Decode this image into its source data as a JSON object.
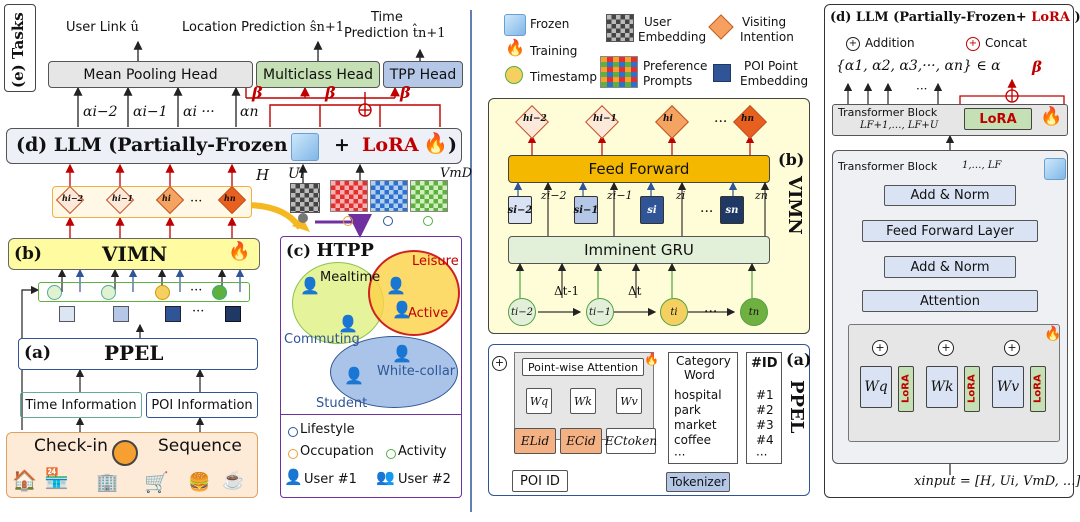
{
  "tasks": {
    "title": "(e) Tasks",
    "user_link": "User Link",
    "user_link_sym": "û",
    "location_prediction": "Location Prediction",
    "location_sym": "ŝn+1",
    "time_prediction_1": "Time",
    "time_prediction_2": "Prediction",
    "time_sym": "t̂n+1",
    "mean_pooling_head": "Mean Pooling Head",
    "multiclass_head": "Multiclass Head",
    "tpp_head": "TPP Head",
    "alphas": [
      "αi−2",
      "αi−1",
      "αi ···",
      "αn"
    ],
    "beta": "β"
  },
  "llm": {
    "title": "(d) LLM (Partially-Frozen",
    "plus": "+",
    "lora": "LoRA",
    "close": ")",
    "H": "H",
    "Ui": "Ui",
    "Vm": "VmD"
  },
  "vimn_small": {
    "label": "(b)",
    "title": "VIMN",
    "h_items": [
      "hi−2",
      "hi−1",
      "hi",
      "···",
      "hn"
    ]
  },
  "ppel_small": {
    "label": "(a)",
    "title": "PPEL",
    "time_info": "Time Information",
    "poi_info": "POI Information",
    "checkin": "Check-in",
    "sequence": "Sequence"
  },
  "htpp": {
    "label": "(c)",
    "title": "HTPP",
    "mealtime": "Mealtime",
    "leisure": "Leisure",
    "active": "Active",
    "commuting": "Commuting",
    "white_collar": "White-collar",
    "student": "Student",
    "legend": {
      "lifestyle": "Lifestyle",
      "occupation": "Occupation",
      "activity": "Activity",
      "user1": "User #1",
      "user2": "User #2"
    }
  },
  "legend": {
    "frozen": "Frozen",
    "training": "Training",
    "timestamp": "Timestamp",
    "user_embedding_1": "User",
    "user_embedding_2": "Embedding",
    "preference_1": "Preference",
    "preference_2": "Prompts",
    "visiting_1": "Visiting",
    "visiting_2": "Intention",
    "poi_point_1": "POI Point",
    "poi_point_2": "Embedding"
  },
  "vimn": {
    "label": "(b)",
    "side_title": "VIMN",
    "feed_forward": "Feed Forward",
    "imminent_gru": "Imminent GRU",
    "h_items": [
      "hi−2",
      "hi−1",
      "hi",
      "···",
      "hn"
    ],
    "s_items": [
      "si−2",
      "si−1",
      "si",
      "···",
      "sn"
    ],
    "z_items": [
      "zi−2",
      "zi−1",
      "zi",
      "zn"
    ],
    "t_items": [
      "ti−2",
      "ti−1",
      "ti",
      "···",
      "tn"
    ],
    "deltas": [
      "Δt-1",
      "Δt"
    ]
  },
  "ppel": {
    "label": "(a)",
    "side_title": "PPEL",
    "pointwise": "Point-wise Attention",
    "wq": "Wq",
    "wk": "Wk",
    "wv": "Wv",
    "e_lid": "ELid",
    "e_cid": "ECid",
    "e_ctoken": "ECtoken",
    "poi_id": "POI ID",
    "category_1": "Category",
    "category_2": "Word",
    "id_header": "#ID",
    "categories": [
      "hospital",
      "park",
      "market",
      "coffee",
      "···"
    ],
    "ids": [
      "#1",
      "#2",
      "#3",
      "#4",
      "···"
    ],
    "tokenizer": "Tokenizer"
  },
  "llm_detail": {
    "title_1": "(d) LLM (Partially-Frozen+",
    "title_lora": "LoRA",
    "title_2": ")",
    "addition": "Addition",
    "concat": "Concat",
    "alpha_set": "{α1, α2, α3,···, αn} ∈ α",
    "beta": "β",
    "dots": "···",
    "tb_top": "Transformer Block",
    "tb_top_range": "LF+1,…, LF+U",
    "lora": "LoRA",
    "tb_bottom": "Transformer Block",
    "tb_bottom_range": "1,…, LF",
    "add_norm_1": "Add & Norm",
    "ffl": "Feed Forward Layer",
    "add_norm_2": "Add & Norm",
    "attention": "Attention",
    "wq": "Wq",
    "wk": "Wk",
    "wv": "Wv",
    "lora_small": "LoRA",
    "x_input": "xinput = [H, Ui, VmD, ...]"
  }
}
